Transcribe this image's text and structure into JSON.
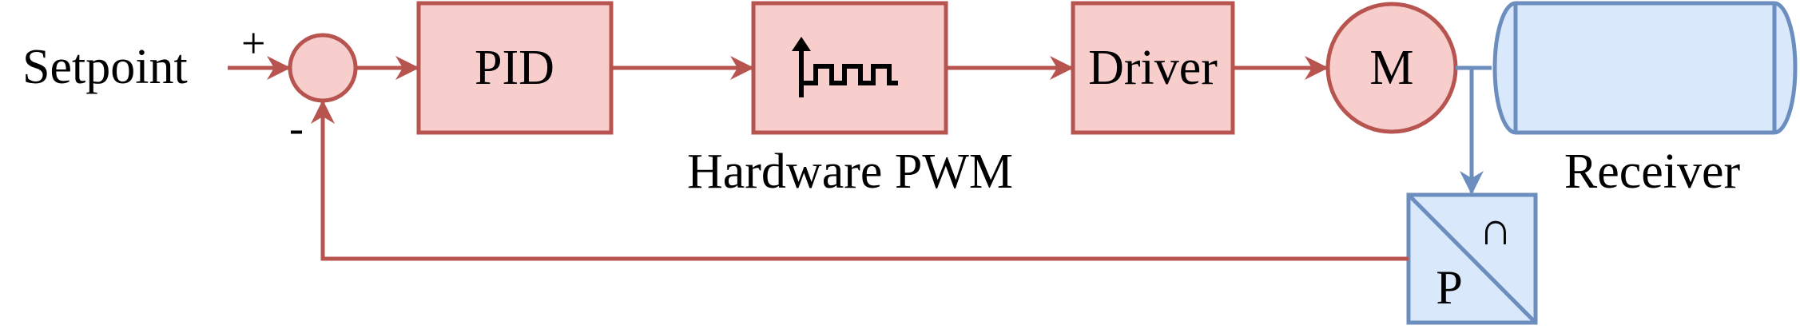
{
  "labels": {
    "setpoint": "Setpoint",
    "plus_sign": "+",
    "minus_sign": "-",
    "pid": "PID",
    "hardware_pwm": "Hardware PWM",
    "driver": "Driver",
    "motor": "M",
    "receiver": "Receiver",
    "sensor_p": "P",
    "sensor_symbol": "∩"
  },
  "colors": {
    "red_stroke": "#b85450",
    "red_fill": "#f8cecc",
    "blue_stroke": "#6c8ebf",
    "blue_fill": "#dae8fc",
    "text": "#000000"
  }
}
